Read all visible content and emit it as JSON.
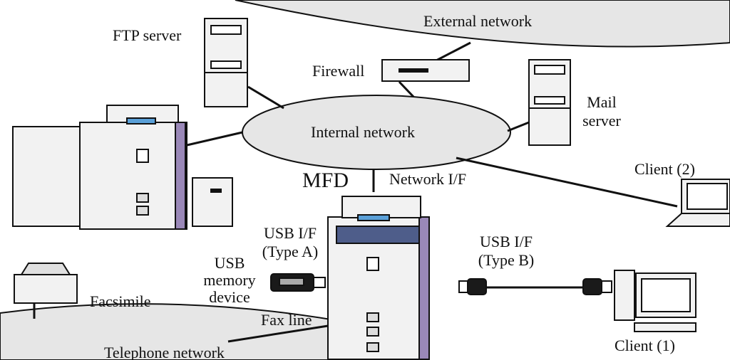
{
  "labels": {
    "external_network": "External network",
    "ftp_server": "FTP server",
    "firewall": "Firewall",
    "internal_network": "Internal network",
    "mail_server_line1": "Mail",
    "mail_server_line2": "server",
    "client2": "Client (2)",
    "mfd": "MFD",
    "network_if": "Network I/F",
    "usb_if_a_line1": "USB I/F",
    "usb_if_a_line2": "(Type A)",
    "usb_memory_line1": "USB",
    "usb_memory_line2": "memory",
    "usb_memory_line3": "device",
    "usb_if_b_line1": "USB I/F",
    "usb_if_b_line2": "(Type B)",
    "facsimile": "Facsimile",
    "fax_line": "Fax line",
    "telephone_network": "Telephone network",
    "client1": "Client (1)"
  },
  "colors": {
    "cloud_fill": "#e6e6e6",
    "device_fill": "#f2f2f2",
    "accent_purple": "#9a88b8",
    "panel_color": "#5aa0d8"
  }
}
